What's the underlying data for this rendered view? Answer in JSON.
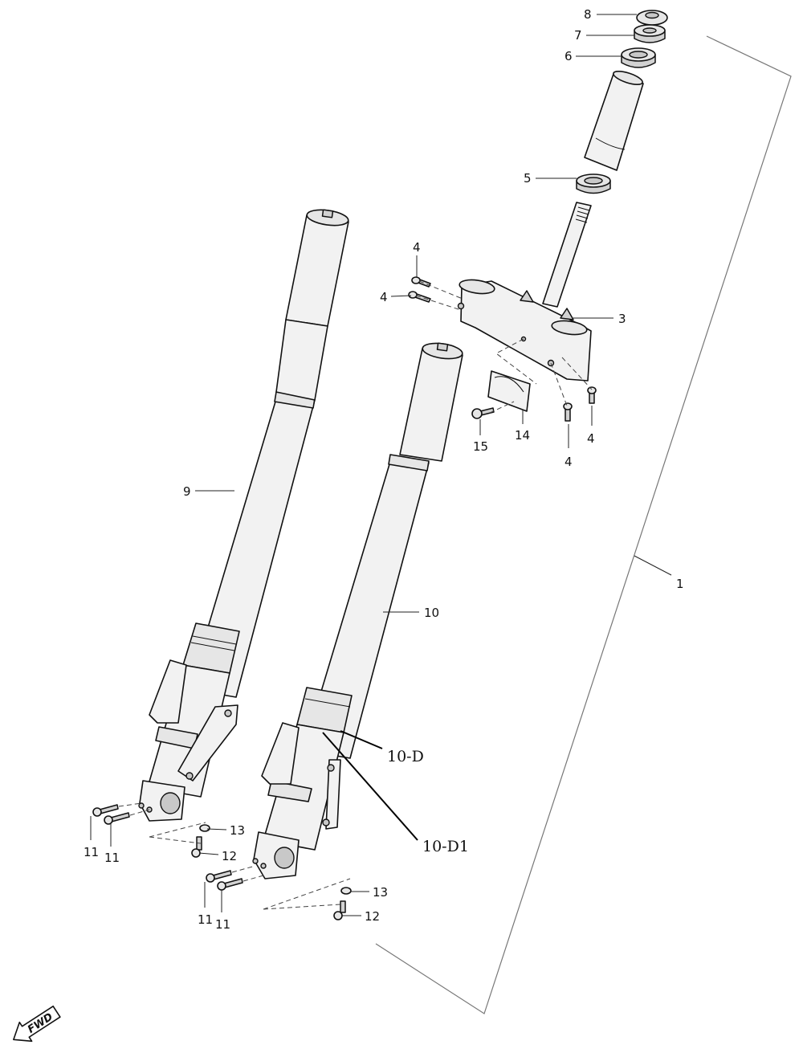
{
  "diagram": {
    "callouts": {
      "c1": "1",
      "c3": "3",
      "c4a": "4",
      "c4b": "4",
      "c4c": "4",
      "c4d": "4",
      "c5": "5",
      "c6": "6",
      "c7": "7",
      "c8": "8",
      "c9": "9",
      "c10": "10",
      "c10d": "10-D",
      "c10d1": "10-D1",
      "c11a": "11",
      "c11b": "11",
      "c11c": "11",
      "c11d": "11",
      "c12a": "12",
      "c12b": "12",
      "c13a": "13",
      "c13b": "13",
      "c14": "14",
      "c15": "15"
    },
    "fwd_arrow_label": "FWD"
  }
}
